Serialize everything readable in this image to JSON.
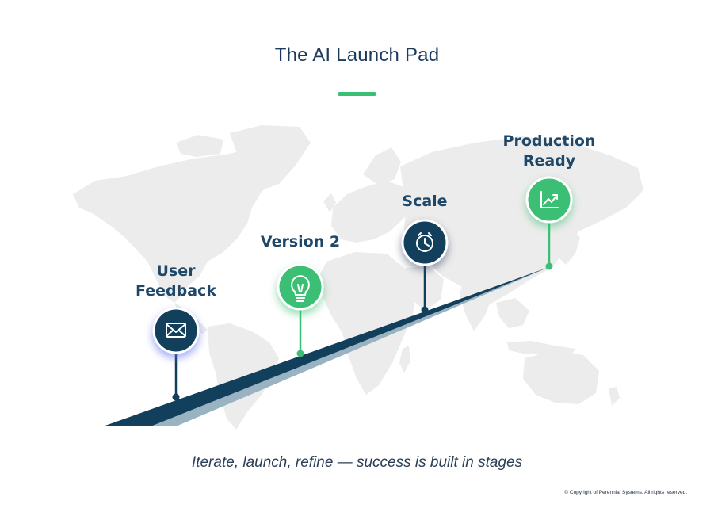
{
  "title": "The AI Launch Pad",
  "accent_green": "#3bbf74",
  "accent_navy": "#123f5c",
  "stages": [
    {
      "label_line1": "User",
      "label_line2": "Feedback",
      "icon": "envelope-icon",
      "color": "#123f5c"
    },
    {
      "label_line1": "Version 2",
      "label_line2": "",
      "icon": "lightbulb-icon",
      "color": "#3bbf74"
    },
    {
      "label_line1": "Scale",
      "label_line2": "",
      "icon": "clock-icon",
      "color": "#123f5c"
    },
    {
      "label_line1": "Production",
      "label_line2": "Ready",
      "icon": "growth-chart-icon",
      "color": "#3bbf74"
    }
  ],
  "tagline": "Iterate, launch, refine — success is built in stages",
  "copyright": "© Copyright of Perennial Systems. All rights reserved."
}
